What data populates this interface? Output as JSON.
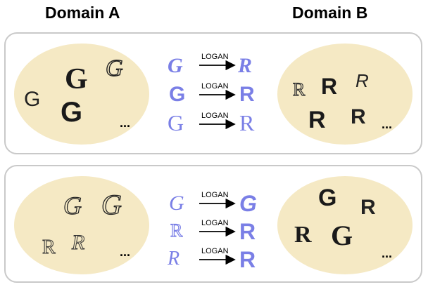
{
  "headings": {
    "domain_a": "Domain A",
    "domain_b": "Domain B"
  },
  "colors": {
    "ellipse_fill": "#f5e9c4",
    "accent_letter": "#7a7fe6",
    "panel_border": "#c9c9c9"
  },
  "top_panel": {
    "domain_a_letters": [
      "G",
      "G",
      "G",
      "G"
    ],
    "domain_b_letters": [
      "R",
      "R",
      "R",
      "R",
      "R"
    ],
    "ellipsis_a": "...",
    "ellipsis_b": "...",
    "translations": [
      {
        "from": "G",
        "label": "LOGAN",
        "to": "R"
      },
      {
        "from": "G",
        "label": "LOGAN",
        "to": "R"
      },
      {
        "from": "G",
        "label": "LOGAN",
        "to": "R"
      }
    ]
  },
  "bottom_panel": {
    "domain_a_letters": [
      "G",
      "G",
      "R",
      "R"
    ],
    "domain_b_letters": [
      "G",
      "R",
      "R",
      "G"
    ],
    "ellipsis_a": "...",
    "ellipsis_b": "...",
    "translations": [
      {
        "from": "G",
        "label": "LOGAN",
        "to": "G"
      },
      {
        "from": "R",
        "label": "LOGAN",
        "to": "R"
      },
      {
        "from": "R",
        "label": "LOGAN",
        "to": "R"
      }
    ]
  }
}
